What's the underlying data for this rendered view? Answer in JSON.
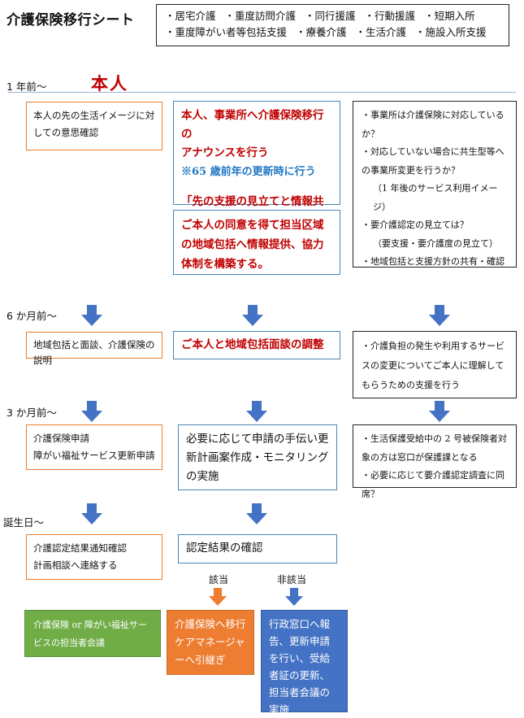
{
  "title": "介護保険移行シート",
  "services": [
    "・居宅介護",
    "・重度訪問介護",
    "・同行援護",
    "・行動援護",
    "・短期入所",
    "・重度障がい者等包括支援",
    "・療養介護",
    "・生活介護",
    "・施設入所支援"
  ],
  "timeline": {
    "one_year": "1 年前〜",
    "six_months": "6 か月前〜",
    "three_months": "3 か月前〜",
    "birthday": "誕生日〜"
  },
  "person_label": "本人",
  "row1": {
    "left": "本人の先の生活イメージに対しての意思確認",
    "center_a_line1": "本人、事業所へ介護保険移行の",
    "center_a_line2": "アナウンスを行う",
    "center_a_note": "※65 歳前年の更新時に行う",
    "center_a_quote": "「先の支援の見立てと情報共有」",
    "center_b": "ご本人の同意を得て担当区域の地域包括へ情報提供、協力体制を構築する。",
    "right_1": "・事業所は介護保険に対応しているか？",
    "right_2": "・対応していない場合に共生型等への事業所変更を行うか？",
    "right_3": "（1 年後のサービス利用イメージ）",
    "right_4": "・要介護認定の見立ては？",
    "right_5": "（要支援・要介護度の見立て）",
    "right_6": "・地域包括と支援方針の共有・確認"
  },
  "row2": {
    "left": "地域包括と面談、介護保険の説明",
    "center": "ご本人と地域包括面談の調整",
    "right": "・介護負担の発生や利用するサービスの変更についてご本人に理解してもらうための支援を行う"
  },
  "row3": {
    "left_1": "介護保険申請",
    "left_2": "障がい福祉サービス更新申請",
    "center": "必要に応じて申請の手伝い更新計画案作成・モニタリングの実施",
    "right_1": "・生活保護受給中の 2 号被保険者対象の方は窓口が保護課となる",
    "right_2": "・必要に応じて要介護認定調査に同席？"
  },
  "row4": {
    "left_1": "介護認定結果通知確認",
    "left_2": "計画相談へ連絡する",
    "center": "認定結果の確認",
    "applicable": "該当",
    "not_applicable": "非該当"
  },
  "bottom": {
    "green": "介護保険 or 障がい福祉サービスの担当者会議",
    "orange": "介護保険へ移行ケアマネージャーへ引継ぎ",
    "navy": "行政窓口へ報告、更新申請を行い、受給者証の更新、担当者会議の実施"
  },
  "colors": {
    "arrow_blue": "#4472c4",
    "arrow_orange": "#ed7d31",
    "box_green": "#70ad47",
    "box_orange": "#ed7d31",
    "box_navy": "#4472c4",
    "text_red": "#c00000",
    "text_blue": "#1f77c4"
  }
}
